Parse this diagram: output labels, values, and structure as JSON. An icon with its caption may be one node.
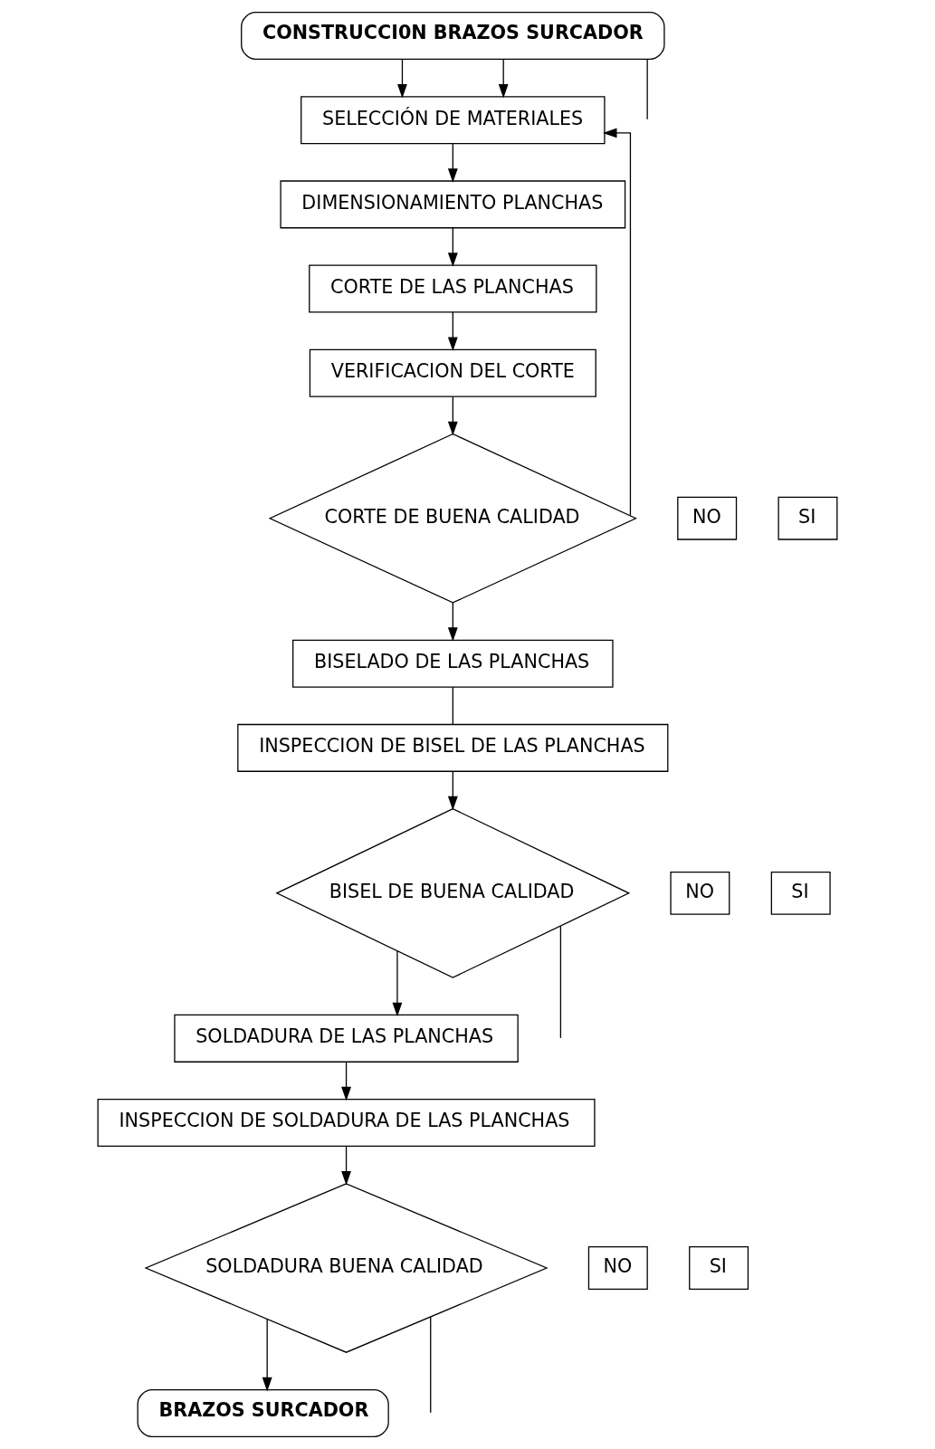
{
  "diagram": {
    "nodes": [
      {
        "text": [
          "CONSTRUCCI0N BRAZOS SURCADOR"
        ]
      },
      {
        "text": [
          "SELECCIÓN DE MATERIALES"
        ]
      },
      {
        "text": [
          "DIMENSIONAMIENTO PLANCHAS"
        ]
      },
      {
        "text": [
          "CORTE DE LAS PLANCHAS"
        ]
      },
      {
        "text": [
          "VERIFICACION DEL CORTE"
        ]
      },
      {
        "text": [
          "NO"
        ]
      },
      {
        "text": [
          "CORTE DE BUENA CALIDAD"
        ]
      },
      {
        "text": [
          "SI"
        ]
      },
      {
        "text": [
          "BISELADO DE LAS PLANCHAS"
        ]
      },
      {
        "text": [
          "INSPECCION DE BISEL DE LAS PLANCHAS"
        ]
      },
      {
        "text": [
          "NO"
        ]
      },
      {
        "text": [
          "BISEL DE BUENA CALIDAD"
        ]
      },
      {
        "text": [
          "SI"
        ]
      },
      {
        "text": [
          "SOLDADURA DE LAS PLANCHAS"
        ]
      },
      {
        "text": [
          "INSPECCION DE SOLDADURA DE LAS PLANCHAS"
        ]
      },
      {
        "text": [
          "NO"
        ]
      },
      {
        "text": [
          "SOLDADURA BUENA CALIDAD"
        ]
      },
      {
        "text": [
          "SI"
        ]
      },
      {
        "text": [
          "BRAZOS SURCADOR"
        ]
      }
    ],
    "edges": [
      {
        "from": 0,
        "to": 1,
        "arrow": "to"
      },
      {
        "from": 0,
        "to": 1,
        "arrow": "to"
      },
      {
        "from": 0,
        "to": null,
        "arrow": "none"
      },
      {
        "from": 1,
        "to": 2,
        "arrow": "to"
      },
      {
        "from": 2,
        "to": 3,
        "arrow": "to"
      },
      {
        "from": 3,
        "to": 4,
        "arrow": "to"
      },
      {
        "from": 4,
        "to": 6,
        "arrow": "to"
      },
      {
        "from": 6,
        "to": 1,
        "arrow": "to"
      },
      {
        "from": 6,
        "to": 8,
        "arrow": "to"
      },
      {
        "from": 8,
        "to": 9,
        "arrow": "none"
      },
      {
        "from": 9,
        "to": 11,
        "arrow": "to"
      },
      {
        "from": 11,
        "to": null,
        "arrow": "none"
      },
      {
        "from": 11,
        "to": 13,
        "arrow": "to"
      },
      {
        "from": 13,
        "to": 14,
        "arrow": "to"
      },
      {
        "from": 14,
        "to": 16,
        "arrow": "to"
      },
      {
        "from": 16,
        "to": null,
        "arrow": "none"
      },
      {
        "from": 16,
        "to": 18,
        "arrow": "to"
      }
    ]
  }
}
